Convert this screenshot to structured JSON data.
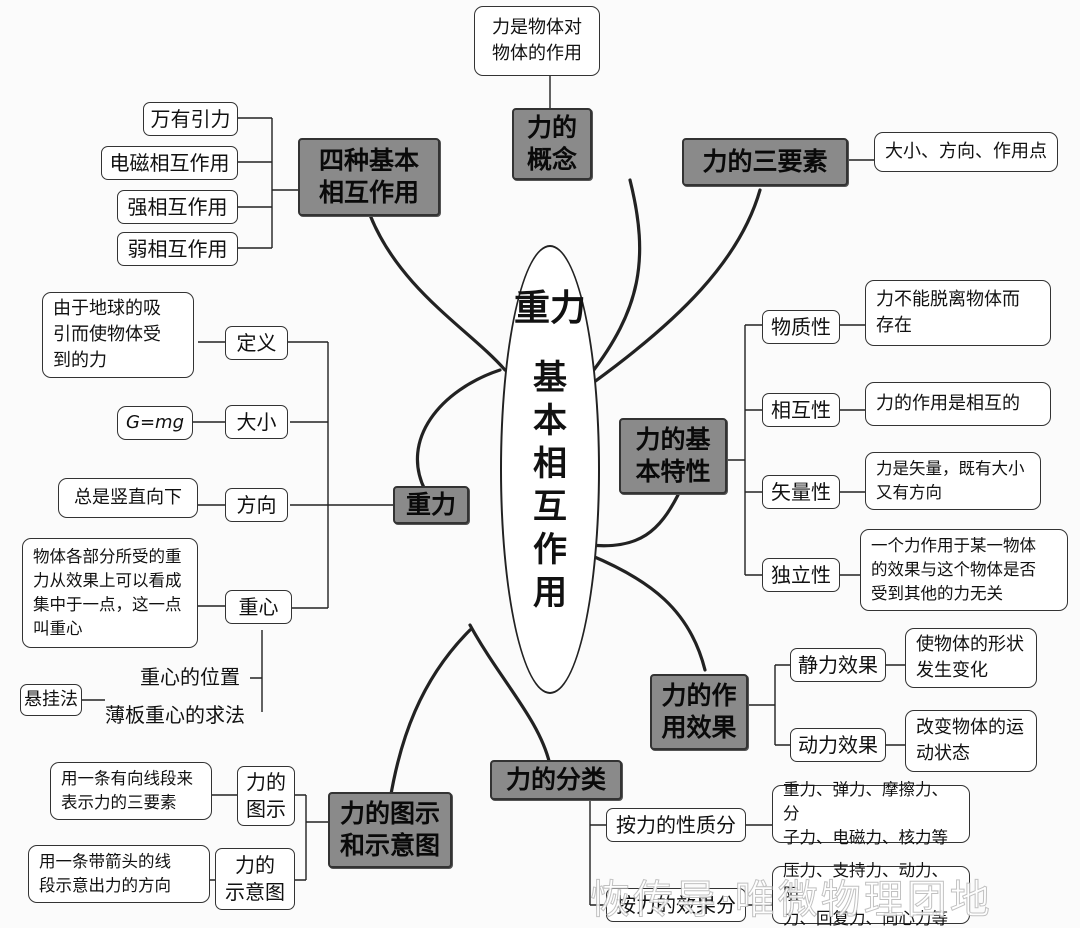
{
  "center": {
    "line1": "重力",
    "line2": "基\n本\n相\n互\n作\n用"
  },
  "branches": {
    "concept": {
      "title": "力的\n概念",
      "leaf": "力是物体对\n物体的作用"
    },
    "three_elements": {
      "title": "力的三要素",
      "leaf": "大小、方向、作用点"
    },
    "four_interactions": {
      "title": "四种基本\n相互作用",
      "items": [
        "万有引力",
        "电磁相互作用",
        "强相互作用",
        "弱相互作用"
      ]
    },
    "gravity": {
      "title": "重力",
      "definition": {
        "label": "定义",
        "leaf": "由于地球的吸\n引而使物体受\n到的力"
      },
      "magnitude": {
        "label": "大小",
        "leaf": "G=mg"
      },
      "direction": {
        "label": "方向",
        "leaf": "总是竖直向下"
      },
      "center": {
        "label": "重心",
        "leaf": "物体各部分所受的重\n力从效果上可以看成\n集中于一点，这一点\n叫重心"
      },
      "center_position": "重心的位置",
      "plate_method": {
        "label": "薄板重心的求法",
        "leaf": "悬挂法"
      }
    },
    "basic_features": {
      "title": "力的基\n本特性",
      "items": [
        {
          "label": "物质性",
          "leaf": "力不能脱离物体而\n存在"
        },
        {
          "label": "相互性",
          "leaf": "力的作用是相互的"
        },
        {
          "label": "矢量性",
          "leaf": "力是矢量，既有大小\n又有方向"
        },
        {
          "label": "独立性",
          "leaf": "一个力作用于某一物体\n的效果与这个物体是否\n受到其他的力无关"
        }
      ]
    },
    "effects": {
      "title": "力的作\n用效果",
      "items": [
        {
          "label": "静力效果",
          "leaf": "使物体的形状\n发生变化"
        },
        {
          "label": "动力效果",
          "leaf": "改变物体的运\n动状态"
        }
      ]
    },
    "classification": {
      "title": "力的分类",
      "items": [
        {
          "label": "按力的性质分",
          "leaf": "重力、弹力、摩擦力、分\n子力、电磁力、核力等"
        },
        {
          "label": "按力的效果分",
          "leaf": "压力、支持力、动力、阻\n力、回复力、向心力等"
        }
      ]
    },
    "diagram": {
      "title": "力的图示\n和示意图",
      "items": [
        {
          "label": "力的\n图示",
          "leaf": "用一条有向线段来\n表示力的三要素"
        },
        {
          "label": "力的\n示意图",
          "leaf": "用一条带箭头的线\n段示意出力的方向"
        }
      ]
    }
  },
  "watermark": "恢传导·唯微物理团地"
}
